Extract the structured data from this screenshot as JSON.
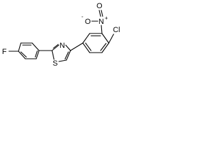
{
  "molecule": {
    "atoms": {
      "fluorine": "F",
      "thiazole_sulfur": "S",
      "thiazole_nitrogen": "N",
      "chlorine": "Cl",
      "nitro_nitrogen": "N",
      "nitro_oxygen_top": "O",
      "nitro_oxygen_left": "O"
    },
    "charges": {
      "nitro_nitrogen_plus": "+",
      "nitro_oxygen_minus": "-"
    }
  }
}
